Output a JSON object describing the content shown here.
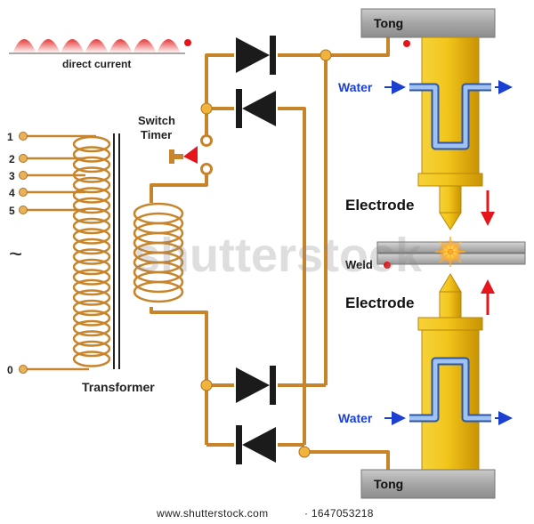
{
  "labels": {
    "direct_current": "direct current",
    "switch": "Switch",
    "timer": "Timer",
    "transformer": "Transformer",
    "tong_top": "Tong",
    "tong_bottom": "Tong",
    "water_top": "Water",
    "water_bottom": "Water",
    "electrode_top": "Electrode",
    "electrode_bottom": "Electrode",
    "weld": "Weld",
    "ac_symbol": "~",
    "taps": [
      "1",
      "2",
      "3",
      "4",
      "5",
      "0"
    ],
    "watermark": "shutterstock"
  },
  "footer": {
    "url": "www.shutterstock.com",
    "id": "· 1647053218"
  },
  "colors": {
    "copper": "#c8842a",
    "copper_light": "#e7b25c",
    "tong": "#a9a9a9",
    "electrode_gold": "#f0c419",
    "water_pipe": "#5b8ed6",
    "water_text": "#1a3fd1",
    "arrow_red": "#e4161b",
    "diode": "#1b1b1b",
    "wave": "#e53a3a"
  }
}
